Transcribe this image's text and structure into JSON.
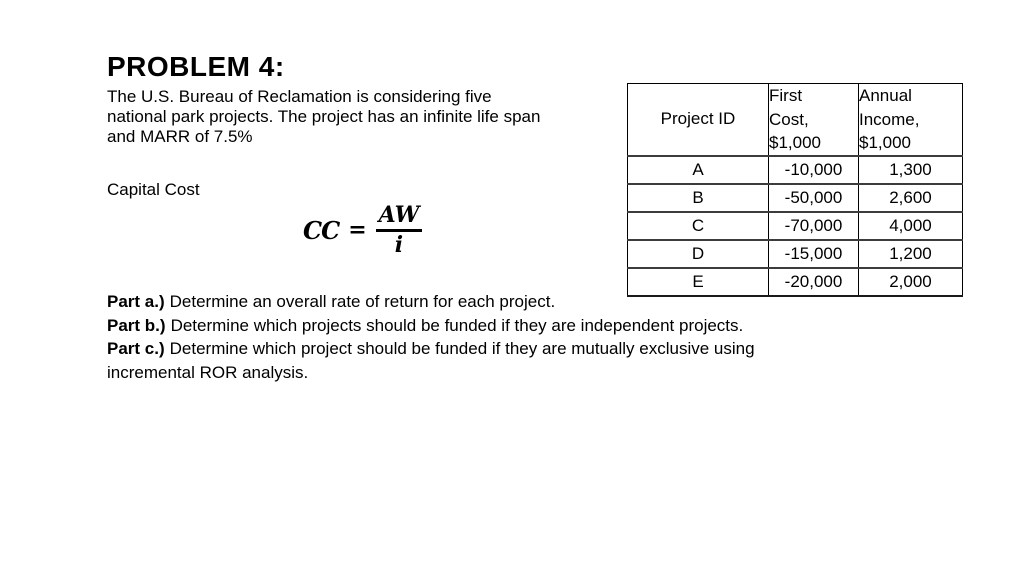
{
  "heading": "PROBLEM 4:",
  "intro": {
    "lines": [
      "The U.S. Bureau of Reclamation is considering five",
      "national park projects. The project has an infinite life span",
      "and MARR of 7.5%"
    ]
  },
  "capital_cost_label": "Capital Cost",
  "formula": {
    "lhs": "CC",
    "equals": "=",
    "numerator": "AW",
    "denominator": "i"
  },
  "table": {
    "headers": {
      "project_id": "Project ID",
      "first_cost": "First\nCost,\n$1,000",
      "annual_income": "Annual\nIncome,\n$1,000"
    },
    "rows": [
      {
        "id": "A",
        "first_cost": "-10,000",
        "annual_income": "1,300"
      },
      {
        "id": "B",
        "first_cost": "-50,000",
        "annual_income": "2,600"
      },
      {
        "id": "C",
        "first_cost": "-70,000",
        "annual_income": "4,000"
      },
      {
        "id": "D",
        "first_cost": "-15,000",
        "annual_income": "1,200"
      },
      {
        "id": "E",
        "first_cost": "-20,000",
        "annual_income": "2,000"
      }
    ]
  },
  "parts": {
    "a": {
      "label": "Part a.)",
      "text": "Determine an overall rate of return for each project."
    },
    "b": {
      "label": "Part b.)",
      "text": "Determine which projects should be funded if they are independent projects."
    },
    "c": {
      "label": "Part c.)",
      "text": "Determine which project should be funded if they are mutually exclusive using",
      "text_line2": "incremental ROR analysis."
    }
  }
}
